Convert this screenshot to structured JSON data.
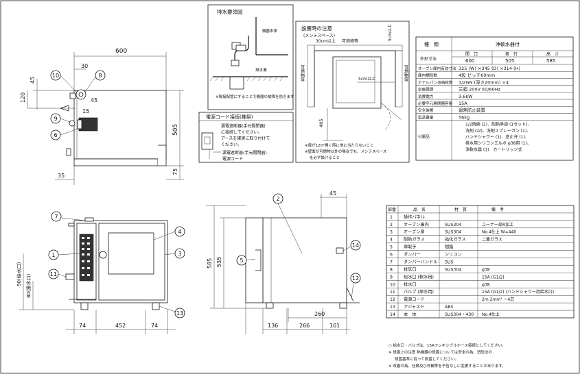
{
  "drain_diagram": {
    "title": "排水要領図",
    "label_body": "機器本体",
    "label_trap": "排水溝",
    "note": "※間接配管にすることで機器の故障を防ぎます"
  },
  "install_diagram": {
    "title": "設置時の注意",
    "subtitle": "(メンテスペース)",
    "dim_30cm": "30cm以上",
    "dim_5cm_top": "5cm以上",
    "dim_5cm_side": "5cm以上",
    "combustible_left": "可燃物等",
    "combustible_top": "可燃物等",
    "combustible_right": "可燃物等",
    "dim_405": "405",
    "note1": "※扉が120°開く時に他に当たらないこと",
    "note2": "※壁面が可燃物以外の場合でも、メンテスペース",
    "note3": "を必ず設けること"
  },
  "power_cord": {
    "title": "電源コード接続(推奨)",
    "line1": "漏電遮断器(手元開閉器)",
    "line2": "に接続してください。",
    "line3": "アースを確実に取り付けて",
    "line4": "ください。",
    "label_breaker": "漏電遮断器(手元開閉器)",
    "label_cord": "電源コード"
  },
  "top_view": {
    "dim_600": "600",
    "dim_30": "30",
    "dim_45a": "45",
    "dim_45b": "45",
    "dim_120": "120",
    "dim_15": "15",
    "dim_505": "505",
    "dim_75": "75",
    "dim_35": "35",
    "callouts": [
      "10",
      "8",
      "9",
      "6"
    ]
  },
  "front_view": {
    "dim_74a": "74",
    "dim_452": "452",
    "dim_74b": "74",
    "dim_90": "90(給水口)",
    "dim_80": "80(排水口)",
    "callouts": [
      "7",
      "1",
      "11",
      "4",
      "3",
      "13"
    ]
  },
  "side_view": {
    "dim_45": "45",
    "dim_585": "585",
    "dim_535": "535",
    "dim_260": "260",
    "dim_136": "136",
    "dim_266": "266",
    "dim_101": "101",
    "callouts": [
      "2",
      "5",
      "14",
      "12"
    ]
  },
  "spec_table": {
    "header": [
      "種　類",
      "浄軟水器付"
    ],
    "rows": [
      {
        "label": "外形寸法",
        "cells": [
          "間　口",
          "奥　行",
          "高　さ"
        ]
      },
      {
        "label": "",
        "cells": [
          "600",
          "505",
          "585"
        ]
      },
      {
        "label": "オーブン庫内有効寸法",
        "value": "325 (W) ×345 (D) ×314 (H)"
      },
      {
        "label": "庫内棚段数",
        "value": "4段 ピッチ60mm"
      },
      {
        "label": "ホテルパン収納枚数",
        "value": "1/2GN (深さ20mm) ×4"
      },
      {
        "label": "定格電源",
        "value": "三相 200V 50/60Hz"
      },
      {
        "label": "消費電力",
        "value": "3.6kW"
      },
      {
        "label": "必要手元開閉器容量",
        "value": "15A"
      },
      {
        "label": "安全装置",
        "value": "過熱防止装置"
      },
      {
        "label": "製品重量",
        "value": "56kg"
      },
      {
        "label": "付属品",
        "lines": [
          "1/2焼網 (2)、耐熱手袋 (1セット)、",
          "洗剤 (2ℓ)、洗剤スプレーガン (1)、",
          "ハンドシャワー (1)、逆止弁 (1)、",
          "排水用シリコンエルボ φ38用 (1)、",
          "浄軟水器 (1)　カートリッジ式"
        ]
      }
    ]
  },
  "parts_table": {
    "header": [
      "部番",
      "品　名",
      "材　質",
      "備　考"
    ],
    "rows": [
      [
        "1",
        "操作パネル",
        "",
        ""
      ],
      [
        "2",
        "オーブン庫内",
        "SUS304",
        "コーナー部R加工"
      ],
      [
        "3",
        "オーブン扉",
        "SUS304",
        "No.4仕上 W=440"
      ],
      [
        "4",
        "耐熱ガラス",
        "強化ガラス",
        "二重ガラス"
      ],
      [
        "5",
        "扉取手",
        "樹脂",
        ""
      ],
      [
        "6",
        "ダンパー",
        "シリコン",
        ""
      ],
      [
        "7",
        "ダンパーハンドル",
        "SUS",
        ""
      ],
      [
        "8",
        "排気口",
        "SUS304",
        "φ38"
      ],
      [
        "9",
        "給水口 (軟水用)",
        "",
        "15A (G1/2)"
      ],
      [
        "10",
        "排水口",
        "",
        "φ38"
      ],
      [
        "11",
        "バルブ (原水用)",
        "",
        "15A (G1/2) (ハンドシャワー用給水口)"
      ],
      [
        "12",
        "電源コード",
        "",
        "2m 2mm² ー4芯"
      ],
      [
        "13",
        "アジャスト",
        "ABS",
        ""
      ],
      [
        "14",
        "本　体",
        "SUS304・430",
        "No.4仕上"
      ]
    ]
  },
  "bottom_notes": [
    "○ 給水口・バルブは、15Aフレキシブルホース接続としてください。",
    "※ 設置上の注意 熱機器の設置については安全の為、消防法の",
    "設置基準に従って設置してください。",
    "※ 改善の為、仕様及び外観等を予告なしに変更することがあります。"
  ]
}
